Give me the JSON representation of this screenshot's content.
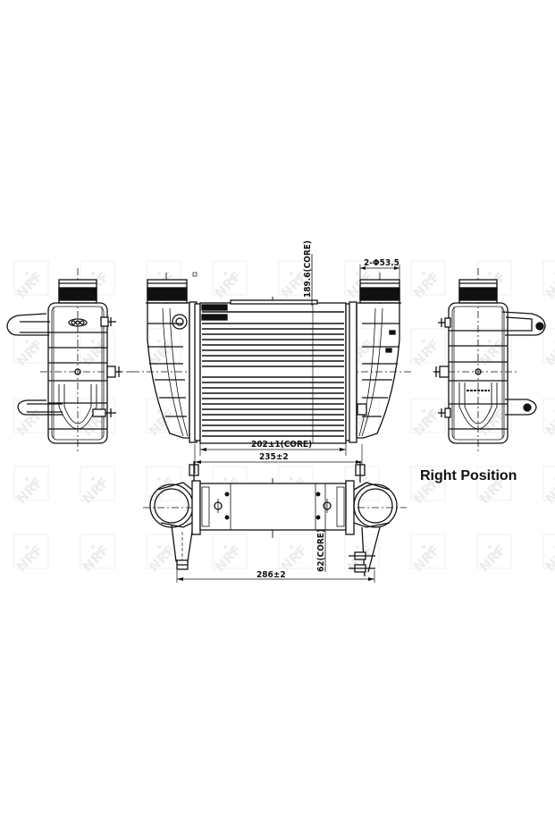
{
  "drawing": {
    "subject": "Intercooler technical drawing",
    "position_label": "Right Position",
    "watermark": "NRF",
    "line_color": "#111111",
    "watermark_color": "#eaeaea",
    "background": "#ffffff"
  },
  "views": {
    "left_end_view": {
      "name": "left end view"
    },
    "front_view": {
      "name": "front view",
      "dimensions": {
        "core_height": "189.6(CORE)",
        "pipe_diameter": "2-Φ53.5",
        "core_width": "202±1(CORE)",
        "overall_width": "235±2"
      }
    },
    "right_end_view": {
      "name": "right end view"
    },
    "top_view": {
      "name": "top view",
      "dimensions": {
        "overall_width": "235±2",
        "core_depth": "62(CORE)",
        "overall_length": "286±2"
      }
    }
  }
}
